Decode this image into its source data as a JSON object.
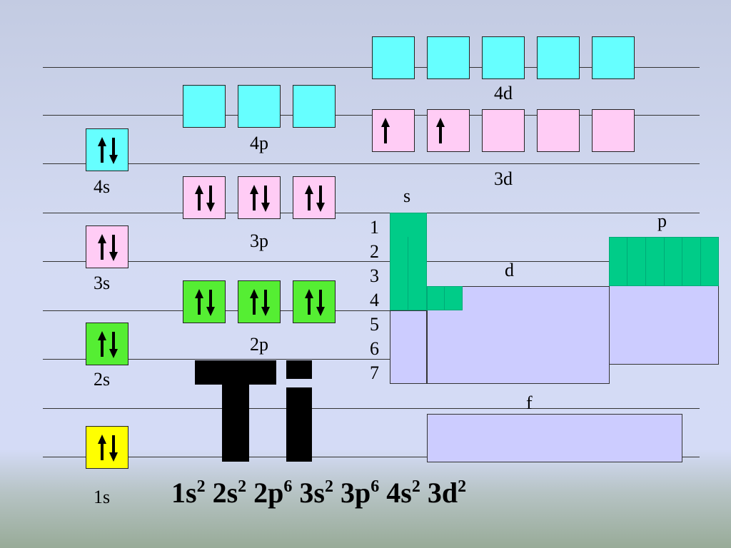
{
  "colors": {
    "cyan": "#66ffff",
    "pink": "#ffccf5",
    "green": "#55ee33",
    "yellow": "#ffff00",
    "block_green": "#00cc88",
    "block_lavender": "#ccccff"
  },
  "orbitals": {
    "o1s": {
      "label": "1s",
      "electrons": [
        "pair"
      ]
    },
    "o2s": {
      "label": "2s",
      "electrons": [
        "pair"
      ]
    },
    "o2p": {
      "label": "2p",
      "electrons": [
        "pair",
        "pair",
        "pair"
      ]
    },
    "o3s": {
      "label": "3s",
      "electrons": [
        "pair"
      ]
    },
    "o3p": {
      "label": "3p",
      "electrons": [
        "pair",
        "pair",
        "pair"
      ]
    },
    "o4s": {
      "label": "4s",
      "electrons": [
        "pair"
      ]
    },
    "o3d": {
      "label": "3d",
      "electrons": [
        "up",
        "up",
        "empty",
        "empty",
        "empty"
      ]
    },
    "o4p": {
      "label": "4p",
      "electrons": [
        "empty",
        "empty",
        "empty"
      ]
    },
    "o4d": {
      "label": "4d",
      "electrons": [
        "empty",
        "empty",
        "empty",
        "empty",
        "empty"
      ]
    }
  },
  "periodic_table": {
    "rows": [
      "1",
      "2",
      "3",
      "4",
      "5",
      "6",
      "7"
    ],
    "blocks": {
      "s": "s",
      "p": "p",
      "d": "d",
      "f": "f"
    }
  },
  "element": {
    "symbol": "Ti"
  },
  "configuration": [
    {
      "orbital": "1s",
      "count": "2"
    },
    {
      "orbital": "2s",
      "count": "2"
    },
    {
      "orbital": "2p",
      "count": "6"
    },
    {
      "orbital": "3s",
      "count": "2"
    },
    {
      "orbital": "3p",
      "count": "6"
    },
    {
      "orbital": "4s",
      "count": "2"
    },
    {
      "orbital": "3d",
      "count": "2"
    }
  ]
}
